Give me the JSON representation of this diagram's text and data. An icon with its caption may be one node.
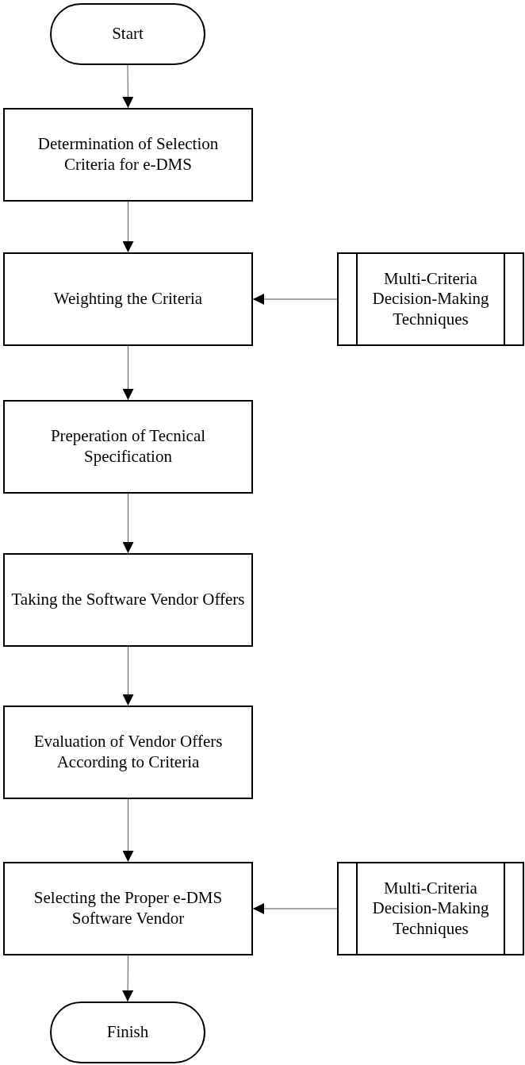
{
  "diagram": {
    "nodes": [
      {
        "text": [
          "Start"
        ]
      },
      {
        "text": [
          "Determination of Selection Criteria for e-DMS"
        ]
      },
      {
        "text": [
          "Weighting the Criteria"
        ]
      },
      {
        "text": [
          "Multi-Criteria Decision-Making Techniques"
        ]
      },
      {
        "text": [
          "Preperation of Tecnical Specification"
        ]
      },
      {
        "text": [
          "Taking the Software Vendor Offers"
        ]
      },
      {
        "text": [
          "Evaluation of Vendor Offers According to Criteria"
        ]
      },
      {
        "text": [
          "Selecting the Proper e-DMS Software Vendor"
        ]
      },
      {
        "text": [
          "Multi-Criteria Decision-Making Techniques"
        ]
      },
      {
        "text": [
          "Finish"
        ]
      }
    ],
    "edges": [
      {
        "from": 0,
        "to": 1,
        "arrow": "to"
      },
      {
        "from": 1,
        "to": 2,
        "arrow": "to"
      },
      {
        "from": 3,
        "to": 2,
        "arrow": "to"
      },
      {
        "from": 2,
        "to": 4,
        "arrow": "to"
      },
      {
        "from": 4,
        "to": 5,
        "arrow": "to"
      },
      {
        "from": 5,
        "to": 6,
        "arrow": "to"
      },
      {
        "from": 6,
        "to": 7,
        "arrow": "to"
      },
      {
        "from": 8,
        "to": 7,
        "arrow": "to"
      },
      {
        "from": 7,
        "to": 9,
        "arrow": "to"
      }
    ]
  }
}
